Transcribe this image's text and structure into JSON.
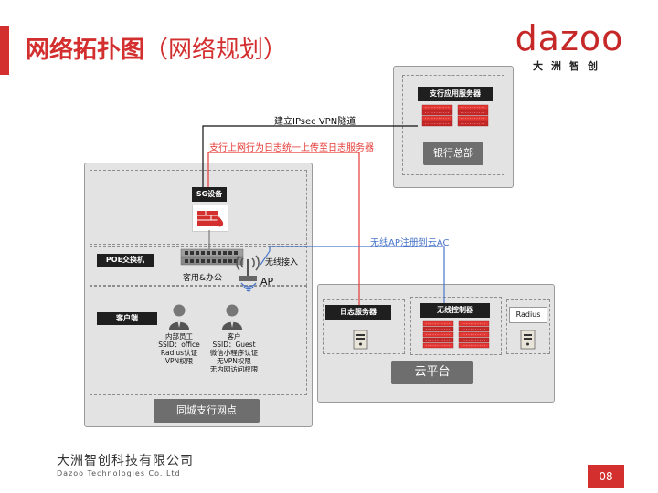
{
  "header": {
    "title_main": "网络拓扑图",
    "title_sub": "（网络规划）",
    "logo_text": "dazoo",
    "logo_cn": "大洲智创",
    "brand_color": "#d32f2f"
  },
  "hq": {
    "server_label": "支行应用服务器",
    "region_label": "银行总部"
  },
  "links": {
    "ipsec": "建立IPsec VPN隧道",
    "log_upload": "支行上网行为日志统一上传至日志服务器",
    "ap_register": "无线AP注册到云AC",
    "colors": {
      "ipsec": "#111111",
      "log": "#e53935",
      "ap": "#4a76c9"
    }
  },
  "branch": {
    "sg_label": "SG设备",
    "poe_label": "POE交换机",
    "switch_caption": "客用&办公",
    "wireless_label": "无线接入",
    "ap_label": "AP",
    "client_label": "客户端",
    "staff_lines": [
      "内部员工",
      "SSID：office",
      "Radius认证",
      "VPN权限"
    ],
    "guest_lines": [
      "客户",
      "SSID：Guest",
      "微信小程序认证",
      "无VPN权限",
      "无内网访问权限"
    ],
    "region_label": "同城支行网点"
  },
  "cloud": {
    "log_server_label": "日志服务器",
    "controller_label": "无线控制器",
    "radius_label": "Radius",
    "region_label": "云平台"
  },
  "footer": {
    "company_cn": "大洲智创科技有限公司",
    "company_en": "Dazoo Technologies Co. Ltd",
    "page": "-08-"
  }
}
